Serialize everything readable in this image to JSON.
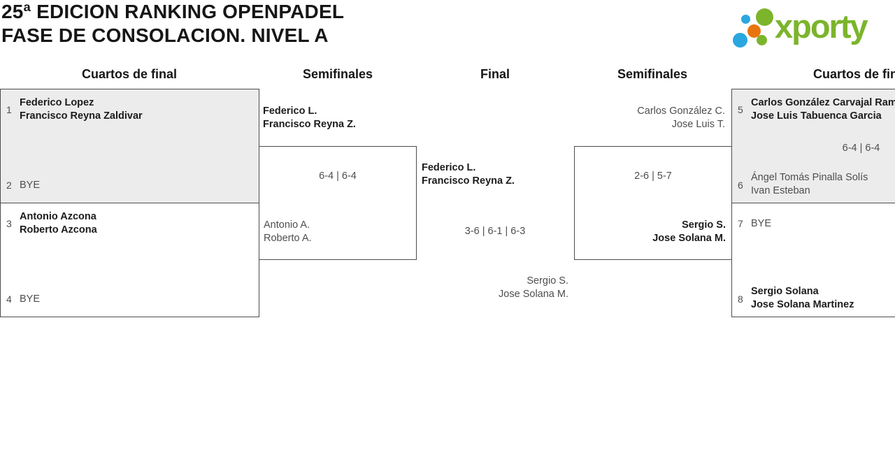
{
  "title": {
    "line1": "25ª EDICION RANKING OPENPADEL",
    "line2": "FASE DE CONSOLACION. NIVEL A"
  },
  "logo": {
    "brand": "xporty",
    "colors": {
      "green": "#7cb42c",
      "blue": "#2aa7df",
      "orange": "#e8740e"
    }
  },
  "columns": [
    "Cuartos de final",
    "Semifinales",
    "Final",
    "Semifinales",
    "Cuartos de final"
  ],
  "matches": {
    "qfL1": {
      "seed_top": "1",
      "top1": "Federico Lopez",
      "top2": "Francisco Reyna Zaldivar",
      "seed_bottom": "2",
      "bottom1": "BYE"
    },
    "qfL2": {
      "seed_top": "3",
      "top1": "Antonio Azcona",
      "top2": "Roberto Azcona",
      "seed_bottom": "4",
      "bottom1": "BYE"
    },
    "sfL": {
      "top1": "Federico L.",
      "top2": "Francisco Reyna Z.",
      "score": "6-4 | 6-4",
      "bottom1": "Antonio A.",
      "bottom2": "Roberto A."
    },
    "final": {
      "top1": "Federico L.",
      "top2": "Francisco Reyna Z.",
      "score": "3-6 | 6-1 | 6-3",
      "bottom1": "Sergio S.",
      "bottom2": "Jose Solana M."
    },
    "sfR": {
      "top1": "Carlos González C.",
      "top2": "Jose Luis T.",
      "score": "2-6 | 5-7",
      "bottom1": "Sergio S.",
      "bottom2": "Jose Solana M."
    },
    "qfR1": {
      "seed_top": "5",
      "top1": "Carlos González Carvajal Ram",
      "top2": "Jose Luis Tabuenca Garcia",
      "score": "6-4 | 6-4",
      "seed_bottom": "6",
      "bottom1": "Ángel Tomás Pinalla Solís",
      "bottom2": "Ivan Esteban"
    },
    "qfR2": {
      "seed_top": "7",
      "top1": "BYE",
      "seed_bottom": "8",
      "bottom1": "Sergio Solana",
      "bottom2": "Jose Solana Martinez"
    }
  }
}
